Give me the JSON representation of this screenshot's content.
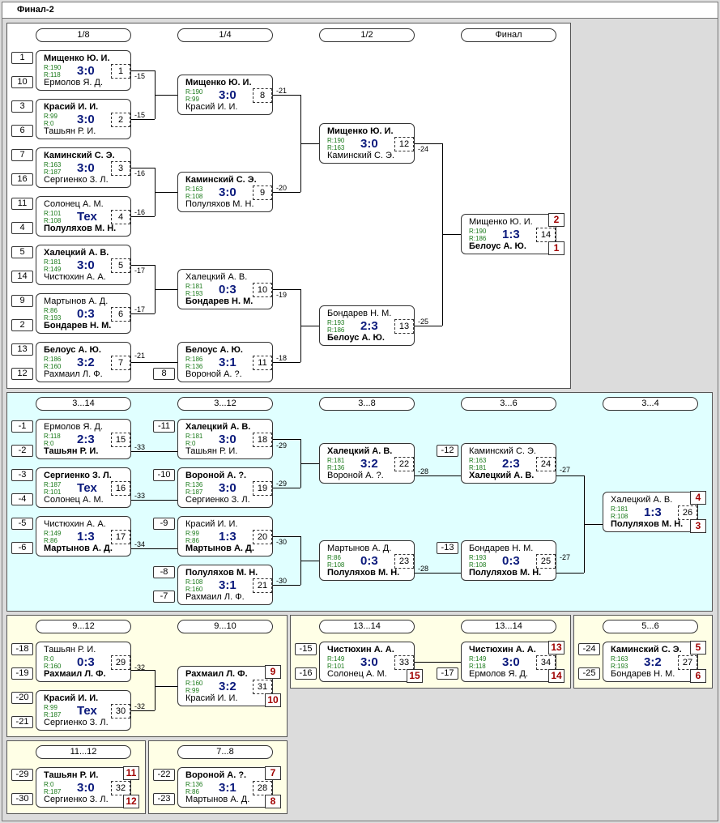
{
  "title": "Финал-2",
  "rounds": {
    "r1": "1/8",
    "r2": "1/4",
    "r3": "1/2",
    "r4": "Финал",
    "c1": "3...14",
    "c2": "3...12",
    "c3": "3...8",
    "c4": "3...6",
    "c5": "3...4",
    "d1": "9...12",
    "d2": "9...10",
    "e1": "13...14",
    "e2": "13...14",
    "f1": "5...6",
    "g1": "11...12",
    "h1": "7...8"
  },
  "seeds": {
    "s1": "1",
    "s2": "10",
    "s3": "3",
    "s4": "6",
    "s5": "7",
    "s6": "16",
    "s7": "11",
    "s8": "4",
    "s9": "5",
    "s10": "14",
    "s11": "9",
    "s12": "2",
    "s13": "13",
    "s14": "12",
    "s15": "8",
    "c1": "-1",
    "c2": "-2",
    "c3": "-3",
    "c4": "-4",
    "c5": "-5",
    "c6": "-6",
    "c7": "-11",
    "c8": "-10",
    "c9": "-9",
    "c10": "-8",
    "c11": "-7",
    "c12": "-12",
    "c13": "-13",
    "d1": "-18",
    "d2": "-19",
    "d3": "-20",
    "d4": "-21",
    "e1": "-15",
    "e2": "-16",
    "e3": "-17",
    "f1": "-24",
    "f2": "-25",
    "g1": "-29",
    "g2": "-30",
    "h1": "-22",
    "h2": "-23"
  },
  "matches": {
    "m1": {
      "top": "Мищенко Ю. И.",
      "rt": "R:190",
      "rb": "R:118",
      "bot": "Ермолов Я. Д.",
      "score": "3:0",
      "num": "1"
    },
    "m2": {
      "top": "Красий И. И.",
      "rt": "R:99",
      "rb": "R:0",
      "bot": "Ташьян Р. И.",
      "score": "3:0",
      "num": "2"
    },
    "m3": {
      "top": "Каминский С. Э.",
      "rt": "R:163",
      "rb": "R:187",
      "bot": "Сергиенко З. Л.",
      "score": "3:0",
      "num": "3"
    },
    "m4": {
      "top": "Солонец А. М.",
      "rt": "R:101",
      "rb": "R:108",
      "bot": "Полуляхов М. Н.",
      "score": "Тех",
      "num": "4"
    },
    "m5": {
      "top": "Халецкий А. В.",
      "rt": "R:181",
      "rb": "R:149",
      "bot": "Чистюхин А. А.",
      "score": "3:0",
      "num": "5"
    },
    "m6": {
      "top": "Мартынов А. Д.",
      "rt": "R:86",
      "rb": "R:193",
      "bot": "Бондарев Н. М.",
      "score": "0:3",
      "num": "6"
    },
    "m7": {
      "top": "Белоус А. Ю.",
      "rt": "R:186",
      "rb": "R:160",
      "bot": "Рахмаил Л. Ф.",
      "score": "3:2",
      "num": "7"
    },
    "m8": {
      "top": "Мищенко Ю. И.",
      "rt": "R:190",
      "rb": "R:99",
      "bot": "Красий И. И.",
      "score": "3:0",
      "num": "8"
    },
    "m9": {
      "top": "Каминский С. Э.",
      "rt": "R:163",
      "rb": "R:108",
      "bot": "Полуляхов М. Н.",
      "score": "3:0",
      "num": "9"
    },
    "m10": {
      "top": "Халецкий А. В.",
      "rt": "R:181",
      "rb": "R:193",
      "bot": "Бондарев Н. М.",
      "score": "0:3",
      "num": "10"
    },
    "m11": {
      "top": "Белоус А. Ю.",
      "rt": "R:186",
      "rb": "R:136",
      "bot": "Вороной А. ?.",
      "score": "3:1",
      "num": "11"
    },
    "m12": {
      "top": "Мищенко Ю. И.",
      "rt": "R:190",
      "rb": "R:163",
      "bot": "Каминский С. Э.",
      "score": "3:0",
      "num": "12"
    },
    "m13": {
      "top": "Бондарев Н. М.",
      "rt": "R:193",
      "rb": "R:186",
      "bot": "Белоус А. Ю.",
      "score": "2:3",
      "num": "13"
    },
    "m14": {
      "top": "Мищенко Ю. И.",
      "rt": "R:190",
      "rb": "R:186",
      "bot": "Белоус А. Ю.",
      "score": "1:3",
      "num": "14",
      "pt": "2",
      "pb": "1"
    },
    "m15": {
      "top": "Ермолов Я. Д.",
      "rt": "R:118",
      "rb": "R:0",
      "bot": "Ташьян Р. И.",
      "score": "2:3",
      "num": "15"
    },
    "m16": {
      "top": "Сергиенко З. Л.",
      "rt": "R:187",
      "rb": "R:101",
      "bot": "Солонец А. М.",
      "score": "Тех",
      "num": "16"
    },
    "m17": {
      "top": "Чистюхин А. А.",
      "rt": "R:149",
      "rb": "R:86",
      "bot": "Мартынов А. Д.",
      "score": "1:3",
      "num": "17"
    },
    "m18": {
      "top": "Халецкий А. В.",
      "rt": "R:181",
      "rb": "R:0",
      "bot": "Ташьян Р. И.",
      "score": "3:0",
      "num": "18"
    },
    "m19": {
      "top": "Вороной А. ?.",
      "rt": "R:136",
      "rb": "R:187",
      "bot": "Сергиенко З. Л.",
      "score": "3:0",
      "num": "19"
    },
    "m20": {
      "top": "Красий И. И.",
      "rt": "R:99",
      "rb": "R:86",
      "bot": "Мартынов А. Д.",
      "score": "1:3",
      "num": "20"
    },
    "m21": {
      "top": "Полуляхов М. Н.",
      "rt": "R:108",
      "rb": "R:160",
      "bot": "Рахмаил Л. Ф.",
      "score": "3:1",
      "num": "21"
    },
    "m22": {
      "top": "Халецкий А. В.",
      "rt": "R:181",
      "rb": "R:136",
      "bot": "Вороной А. ?.",
      "score": "3:2",
      "num": "22"
    },
    "m23": {
      "top": "Мартынов А. Д.",
      "rt": "R:86",
      "rb": "R:108",
      "bot": "Полуляхов М. Н.",
      "score": "0:3",
      "num": "23"
    },
    "m24": {
      "top": "Каминский С. Э.",
      "rt": "R:163",
      "rb": "R:181",
      "bot": "Халецкий А. В.",
      "score": "2:3",
      "num": "24"
    },
    "m25": {
      "top": "Бондарев Н. М.",
      "rt": "R:193",
      "rb": "R:108",
      "bot": "Полуляхов М. Н.",
      "score": "0:3",
      "num": "25"
    },
    "m26": {
      "top": "Халецкий А. В.",
      "rt": "R:181",
      "rb": "R:108",
      "bot": "Полуляхов М. Н.",
      "score": "1:3",
      "num": "26",
      "pt": "4",
      "pb": "3"
    },
    "m29": {
      "top": "Ташьян Р. И.",
      "rt": "R:0",
      "rb": "R:160",
      "bot": "Рахмаил Л. Ф.",
      "score": "0:3",
      "num": "29"
    },
    "m30": {
      "top": "Красий И. И.",
      "rt": "R:99",
      "rb": "R:187",
      "bot": "Сергиенко З. Л.",
      "score": "Тех",
      "num": "30"
    },
    "m31": {
      "top": "Рахмаил Л. Ф.",
      "rt": "R:160",
      "rb": "R:99",
      "bot": "Красий И. И.",
      "score": "3:2",
      "num": "31",
      "pt": "9",
      "pb": "10"
    },
    "m33": {
      "top": "Чистюхин А. А.",
      "rt": "R:149",
      "rb": "R:101",
      "bot": "Солонец А. М.",
      "score": "3:0",
      "num": "33",
      "pb": "15"
    },
    "m34": {
      "top": "Чистюхин А. А.",
      "rt": "R:149",
      "rb": "R:118",
      "bot": "Ермолов Я. Д.",
      "score": "3:0",
      "num": "34",
      "pt": "13",
      "pb": "14"
    },
    "m27": {
      "top": "Каминский С. Э.",
      "rt": "R:163",
      "rb": "R:193",
      "bot": "Бондарев Н. М.",
      "score": "3:2",
      "num": "27",
      "pt": "5",
      "pb": "6"
    },
    "m32": {
      "top": "Ташьян Р. И.",
      "rt": "R:0",
      "rb": "R:187",
      "bot": "Сергиенко З. Л.",
      "score": "3:0",
      "num": "32",
      "pt": "11",
      "pb": "12"
    },
    "m28": {
      "top": "Вороной А. ?.",
      "rt": "R:136",
      "rb": "R:86",
      "bot": "Мартынов А. Д.",
      "score": "3:1",
      "num": "28",
      "pt": "7",
      "pb": "8"
    }
  },
  "labels": {
    "l1": "-15",
    "l2": "-15",
    "l3": "-16",
    "l4": "-16",
    "l5": "-17",
    "l6": "-17",
    "l7": "-21",
    "l8": "-21",
    "l9": "-20",
    "l10": "-19",
    "l11": "-18",
    "l12": "-24",
    "l13": "-25",
    "l14": "-33",
    "l15": "-33",
    "l16": "-34",
    "l17": "-29",
    "l18": "-29",
    "l19": "-30",
    "l20": "-30",
    "l21": "-28",
    "l22": "-28",
    "l23": "-27",
    "l24": "-27",
    "l25": "-32",
    "l26": "-32"
  },
  "colors": {
    "panel_main": "#ffffff",
    "panel_cons": "#e0ffff",
    "panel_low": "#ffffe6",
    "score": "#0b1a7c",
    "rating": "#1b7a1b",
    "place": "#a00000"
  }
}
